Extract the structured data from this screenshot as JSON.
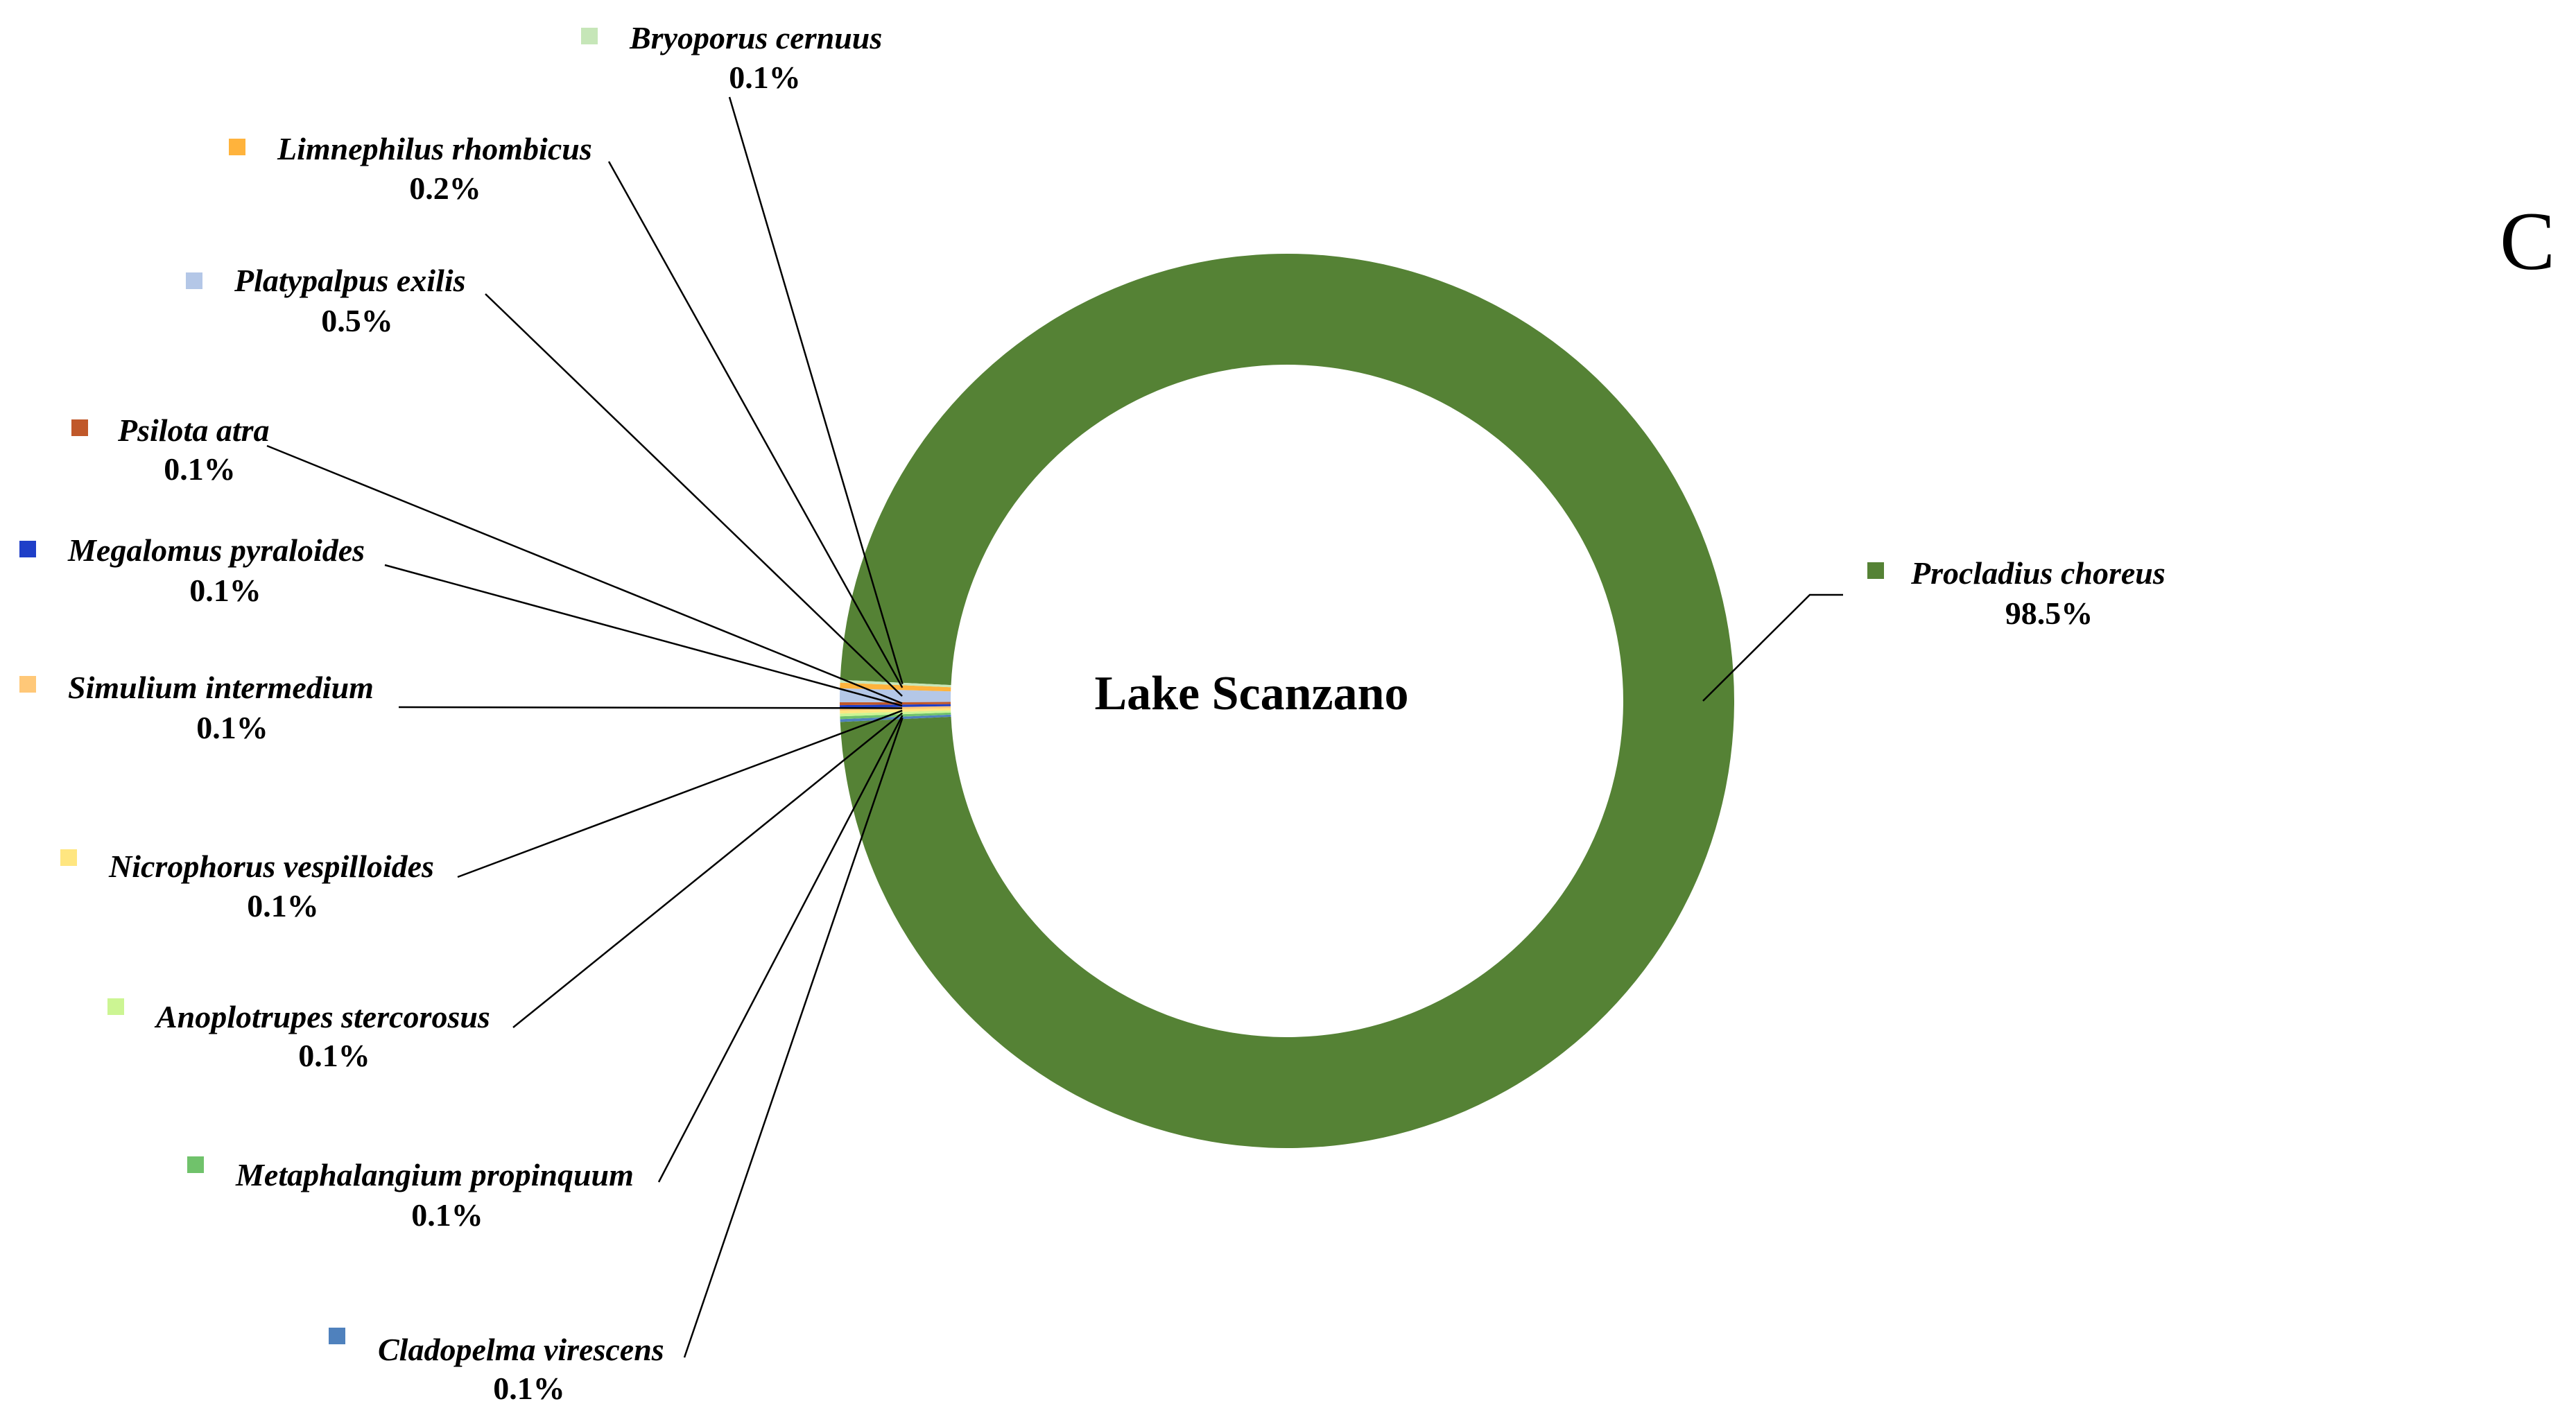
{
  "panel_letter": "C",
  "chart_data": {
    "type": "pie",
    "variant": "donut",
    "center_label": "Lake Scanzano",
    "slices": [
      {
        "name": "Procladius choreus",
        "value": 98.5,
        "label": "98.5%",
        "color": "#558235"
      },
      {
        "name": "Cladopelma virescens",
        "value": 0.1,
        "label": "0.1%",
        "color": "#4f81bd"
      },
      {
        "name": "Metaphalangium propinquum",
        "value": 0.1,
        "label": "0.1%",
        "color": "#70c26b"
      },
      {
        "name": "Anoplotrupes stercorosus",
        "value": 0.1,
        "label": "0.1%",
        "color": "#ccf593"
      },
      {
        "name": "Nicrophorus vespilloides",
        "value": 0.1,
        "label": "0.1%",
        "color": "#ffe680"
      },
      {
        "name": "Simulium intermedium",
        "value": 0.1,
        "label": "0.1%",
        "color": "#ffc878"
      },
      {
        "name": "Megalomus pyraloides",
        "value": 0.1,
        "label": "0.1%",
        "color": "#1f3fc8"
      },
      {
        "name": "Psilota atra",
        "value": 0.1,
        "label": "0.1%",
        "color": "#c0582a"
      },
      {
        "name": "Platypalpus exilis",
        "value": 0.5,
        "label": "0.5%",
        "color": "#b4c7e7"
      },
      {
        "name": "Limnephilus rhombicus",
        "value": 0.2,
        "label": "0.2%",
        "color": "#ffb33c"
      },
      {
        "name": "Bryoporus cernuus",
        "value": 0.1,
        "label": "0.1%",
        "color": "#c6e6b8"
      }
    ]
  }
}
